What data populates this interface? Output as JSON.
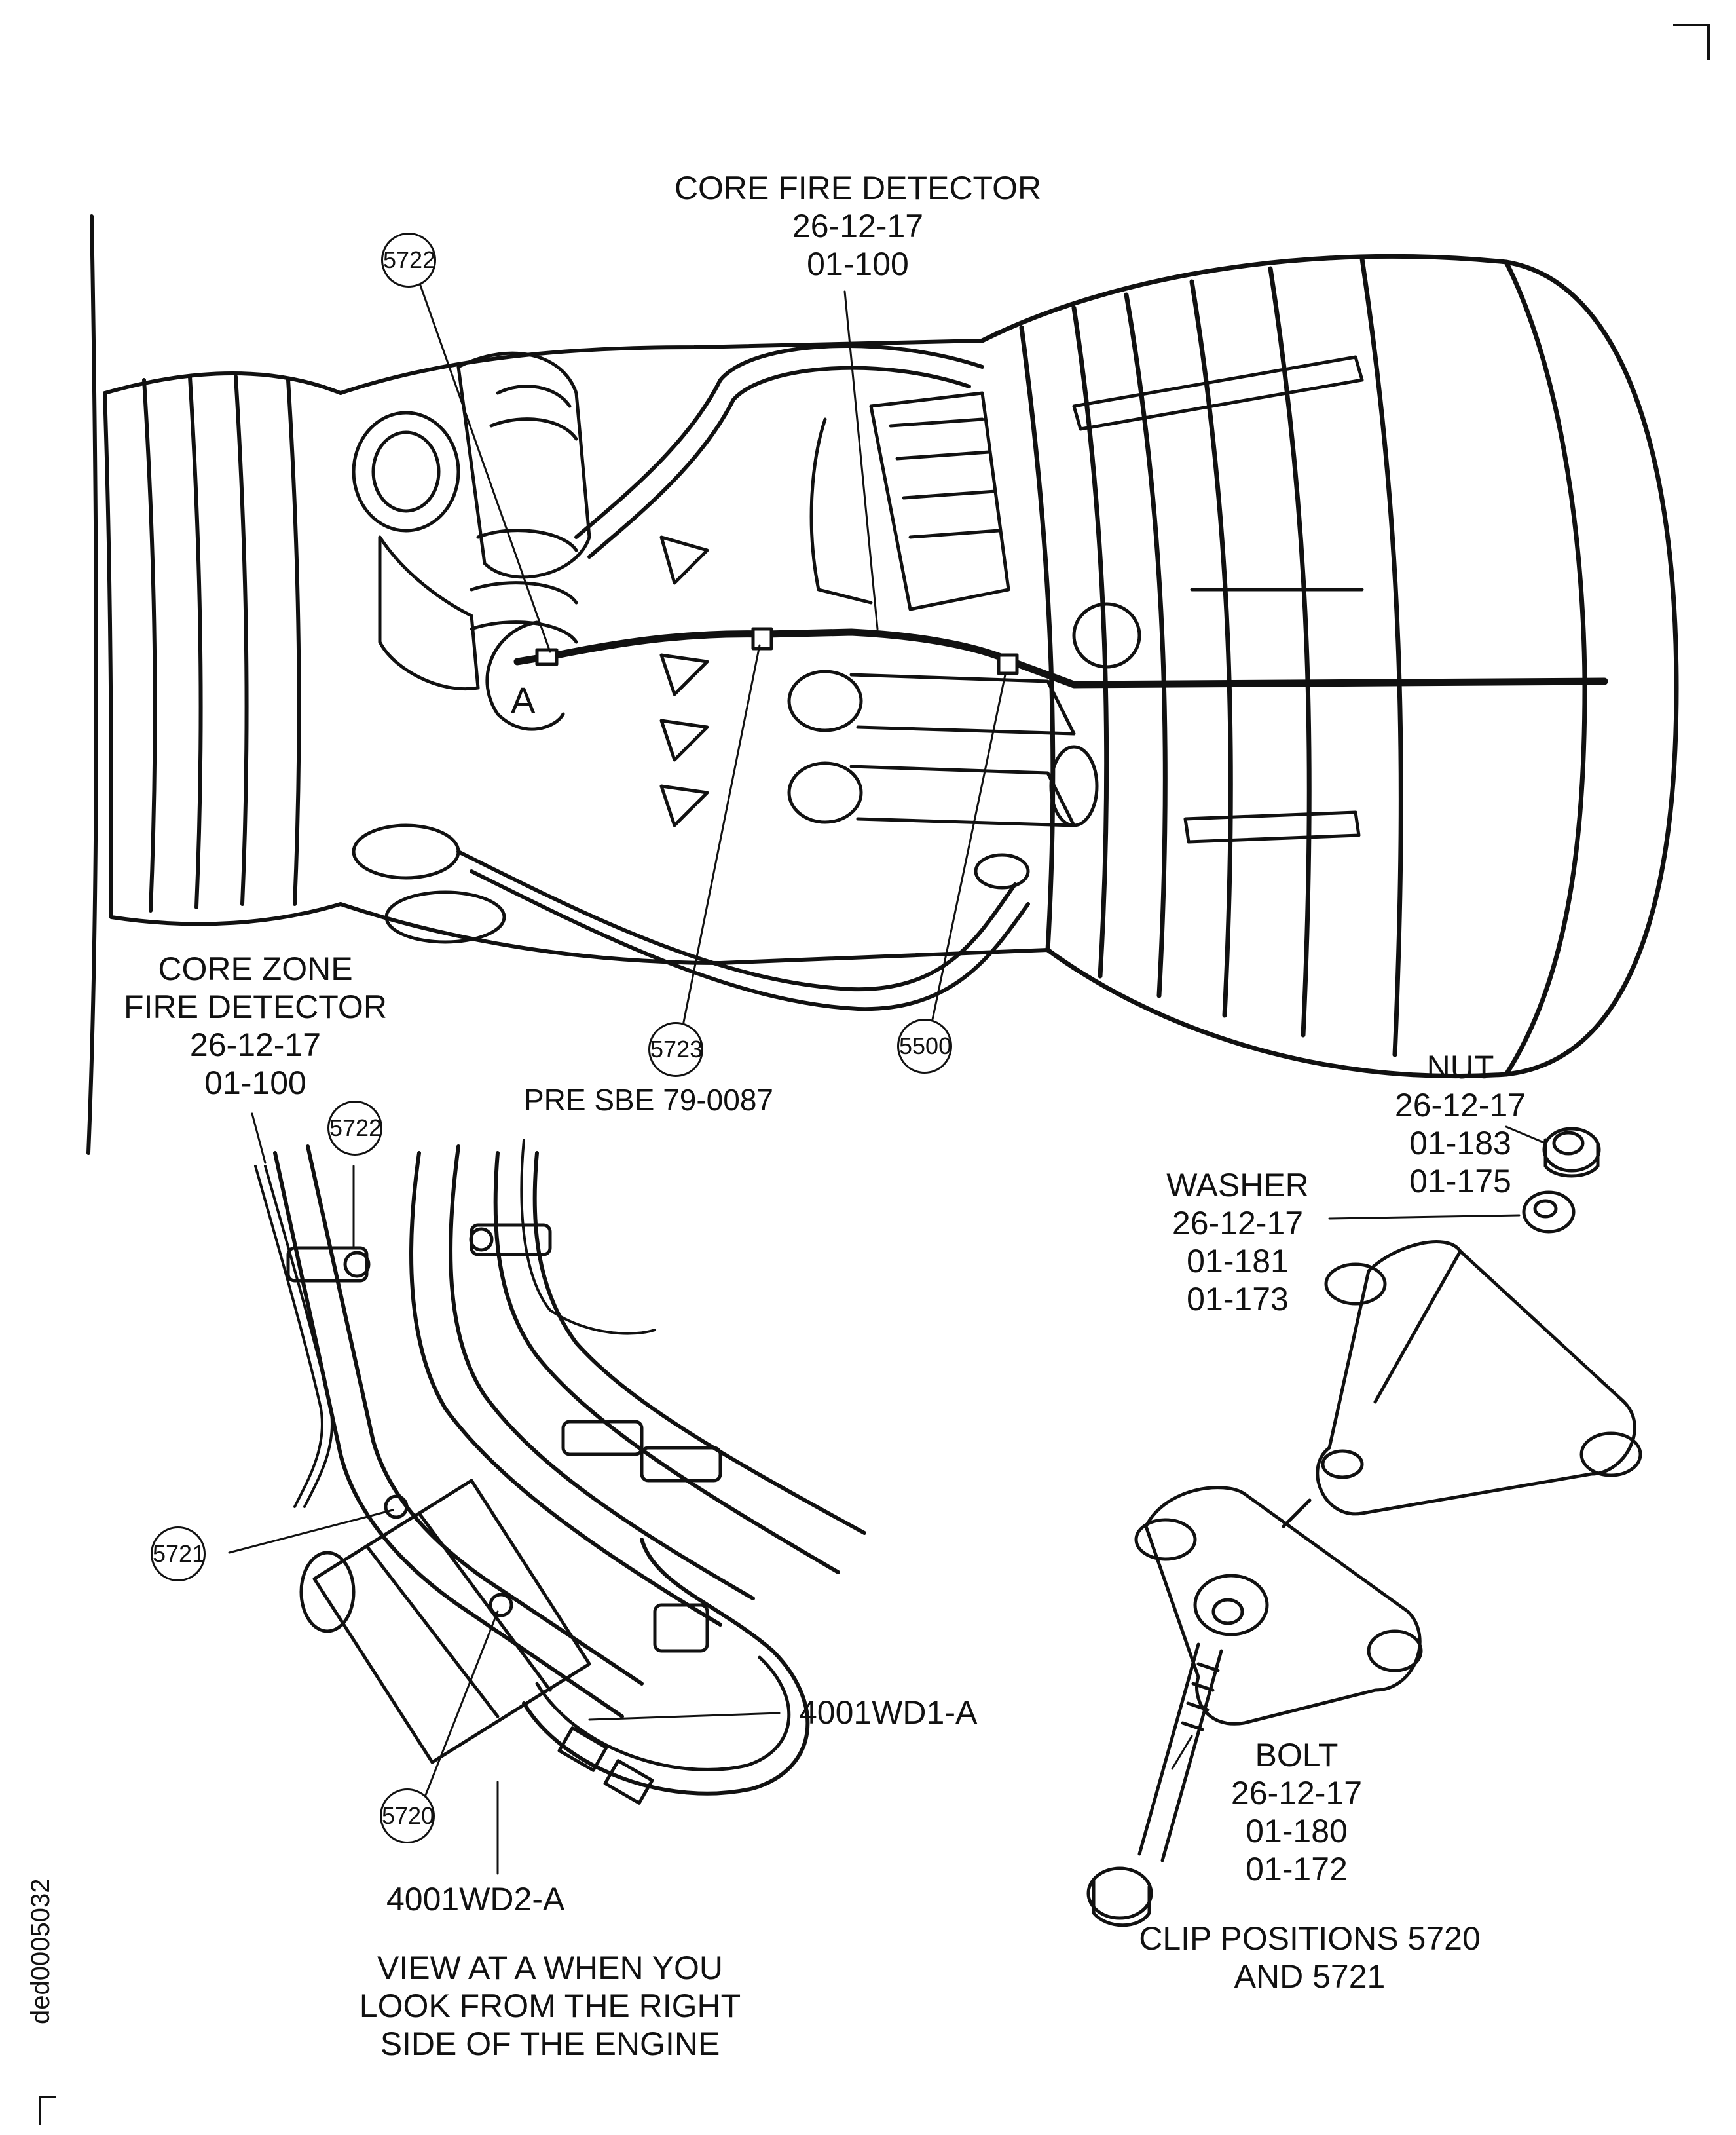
{
  "labels": {
    "core_fire_detector": [
      "CORE FIRE DETECTOR",
      "26-12-17",
      "01-100"
    ],
    "core_zone_fire_detector": [
      "CORE ZONE",
      "FIRE DETECTOR",
      "26-12-17",
      "01-100"
    ],
    "pre_sbe": "PRE SBE 79-0087",
    "view_a_marker": "A",
    "nut": [
      "NUT",
      "26-12-17",
      "01-183",
      "01-175"
    ],
    "washer": [
      "WASHER",
      "26-12-17",
      "01-181",
      "01-173"
    ],
    "bolt": [
      "BOLT",
      "26-12-17",
      "01-180",
      "01-172"
    ],
    "wire_1": "4001WD1-A",
    "wire_2": "4001WD2-A",
    "view_caption": [
      "VIEW AT A WHEN YOU",
      "LOOK FROM THE RIGHT",
      "SIDE OF THE ENGINE"
    ],
    "clip_caption": [
      "CLIP POSITIONS 5720",
      "AND 5721"
    ],
    "figure_id": "ded0005032"
  },
  "callouts": {
    "c5722_top": "5722",
    "c5723": "5723",
    "c5500": "5500",
    "c5722_detail": "5722",
    "c5721": "5721",
    "c5720": "5720"
  },
  "colors": {
    "ink": "#111111",
    "paper": "#ffffff"
  }
}
